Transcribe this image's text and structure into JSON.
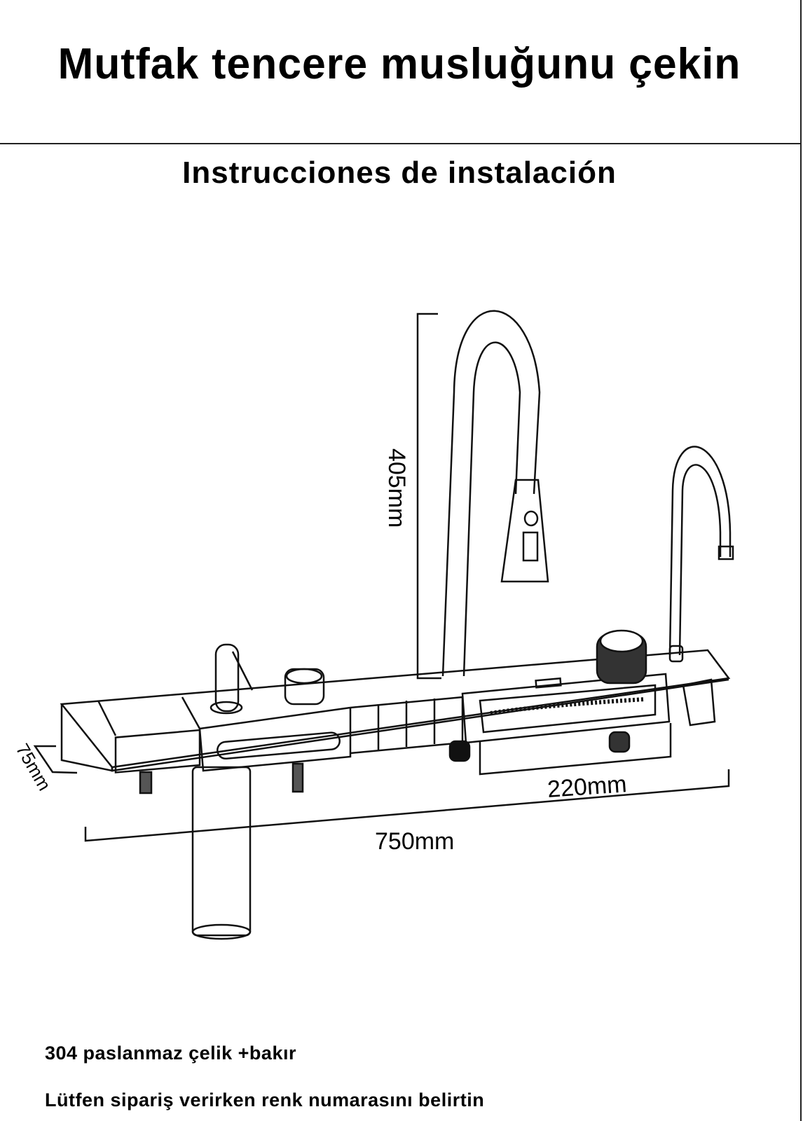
{
  "header": {
    "title": "Mutfak tencere musluğunu çekin",
    "subtitle": "Instrucciones de instalación"
  },
  "diagram": {
    "dimensions": {
      "height": "405mm",
      "depth": "75mm",
      "spacing": "220mm",
      "width": "750mm"
    }
  },
  "notes": {
    "material": "304 paslanmaz çelik +bakır",
    "color_note": "Lütfen sipariş verirken renk numarasını belirtin"
  }
}
